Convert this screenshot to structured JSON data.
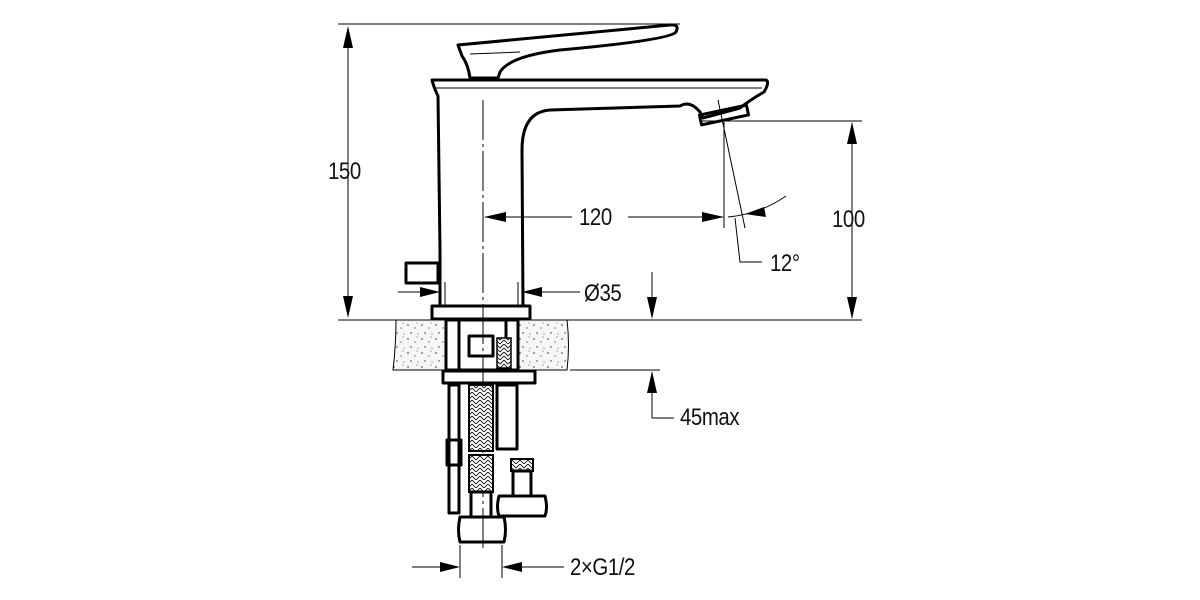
{
  "drawing": {
    "subject": "single-lever basin mixer faucet technical drawing",
    "dimensions": {
      "total_height": "150",
      "spout_height": "100",
      "spout_reach": "120",
      "spout_angle": "12°",
      "body_diameter": "Ø35",
      "max_deck_thickness": "45max",
      "connections": "2×G1/2"
    },
    "colors": {
      "line": "#000000",
      "background": "#ffffff",
      "deck_fill": "#f4f4f4"
    }
  }
}
